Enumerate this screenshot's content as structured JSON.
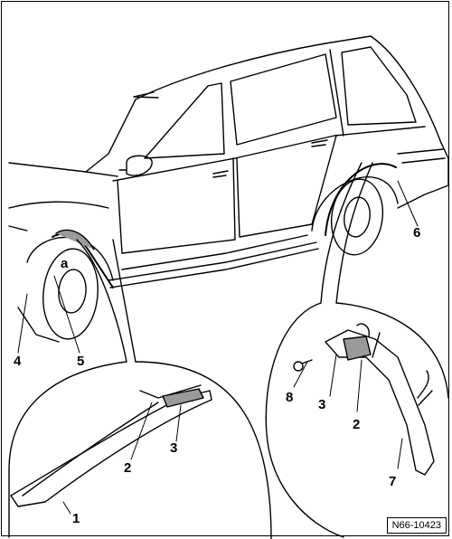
{
  "callouts": {
    "c1": "1",
    "c2_left": "2",
    "c3_left": "3",
    "c4": "4",
    "c5": "5",
    "ca": "a",
    "c6": "6",
    "c7": "7",
    "c8": "8",
    "c3_right": "3",
    "c2_right": "2"
  },
  "figure_code": "N66-10423",
  "colors": {
    "line": "#000000",
    "shade": "#9a9a9a",
    "paper": "#ffffff"
  }
}
